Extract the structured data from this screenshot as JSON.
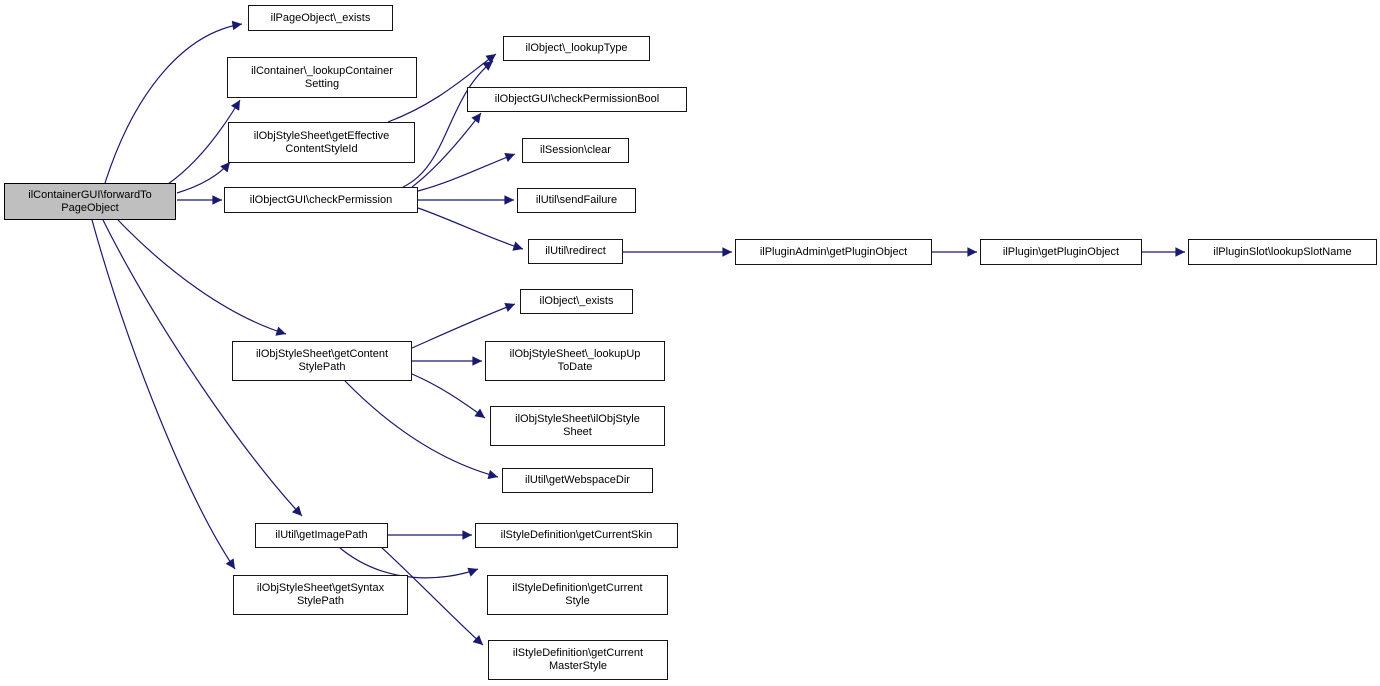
{
  "diagram": {
    "type": "call-graph",
    "title": "ilContainerGUI\\forwardToPageObject call graph",
    "colors": {
      "background": "#ffffff",
      "node_fill": "#ffffff",
      "node_border": "#141414",
      "root_fill": "#bfbfbf",
      "edge": "#191970",
      "text": "#000000"
    },
    "nodes": [
      {
        "id": "ilContainerGUI-forwardToPageObject",
        "label": "ilContainerGUI\\forwardTo\nPageObject",
        "root": true
      },
      {
        "id": "ilPageObject-exists",
        "label": "ilPageObject\\_exists",
        "root": false
      },
      {
        "id": "ilContainer-lookupContainerSetting",
        "label": "ilContainer\\_lookupContainer\nSetting",
        "root": false
      },
      {
        "id": "ilObjStyleSheet-getEffectiveContentStyleId",
        "label": "ilObjStyleSheet\\getEffective\nContentStyleId",
        "root": false
      },
      {
        "id": "ilObjectGUI-checkPermission",
        "label": "ilObjectGUI\\checkPermission",
        "root": false
      },
      {
        "id": "ilObject-lookupType",
        "label": "ilObject\\_lookupType",
        "root": false
      },
      {
        "id": "ilObjectGUI-checkPermissionBool",
        "label": "ilObjectGUI\\checkPermissionBool",
        "root": false
      },
      {
        "id": "ilSession-clear",
        "label": "ilSession\\clear",
        "root": false
      },
      {
        "id": "ilUtil-sendFailure",
        "label": "ilUtil\\sendFailure",
        "root": false
      },
      {
        "id": "ilUtil-redirect",
        "label": "ilUtil\\redirect",
        "root": false
      },
      {
        "id": "ilPluginAdmin-getPluginObject",
        "label": "ilPluginAdmin\\getPluginObject",
        "root": false
      },
      {
        "id": "ilPlugin-getPluginObject",
        "label": "ilPlugin\\getPluginObject",
        "root": false
      },
      {
        "id": "ilPluginSlot-lookupSlotName",
        "label": "ilPluginSlot\\lookupSlotName",
        "root": false
      },
      {
        "id": "ilObjStyleSheet-getContentStylePath",
        "label": "ilObjStyleSheet\\getContent\nStylePath",
        "root": false
      },
      {
        "id": "ilObject-exists",
        "label": "ilObject\\_exists",
        "root": false
      },
      {
        "id": "ilObjStyleSheet-lookupUpToDate",
        "label": "ilObjStyleSheet\\_lookupUp\nToDate",
        "root": false
      },
      {
        "id": "ilObjStyleSheet-ilObjStyleSheet",
        "label": "ilObjStyleSheet\\ilObjStyle\nSheet",
        "root": false
      },
      {
        "id": "ilUtil-getWebspaceDir",
        "label": "ilUtil\\getWebspaceDir",
        "root": false
      },
      {
        "id": "ilUtil-getImagePath",
        "label": "ilUtil\\getImagePath",
        "root": false
      },
      {
        "id": "ilStyleDefinition-getCurrentSkin",
        "label": "ilStyleDefinition\\getCurrentSkin",
        "root": false
      },
      {
        "id": "ilObjStyleSheet-getSyntaxStylePath",
        "label": "ilObjStyleSheet\\getSyntax\nStylePath",
        "root": false
      },
      {
        "id": "ilStyleDefinition-getCurrentStyle",
        "label": "ilStyleDefinition\\getCurrent\nStyle",
        "root": false
      },
      {
        "id": "ilStyleDefinition-getCurrentMasterStyle",
        "label": "ilStyleDefinition\\getCurrent\nMasterStyle",
        "root": false
      }
    ],
    "edges": [
      {
        "from": "ilContainerGUI-forwardToPageObject",
        "to": "ilPageObject-exists"
      },
      {
        "from": "ilContainerGUI-forwardToPageObject",
        "to": "ilContainer-lookupContainerSetting"
      },
      {
        "from": "ilContainerGUI-forwardToPageObject",
        "to": "ilObjStyleSheet-getEffectiveContentStyleId"
      },
      {
        "from": "ilContainerGUI-forwardToPageObject",
        "to": "ilObjectGUI-checkPermission"
      },
      {
        "from": "ilContainerGUI-forwardToPageObject",
        "to": "ilObjStyleSheet-getContentStylePath"
      },
      {
        "from": "ilContainerGUI-forwardToPageObject",
        "to": "ilUtil-getImagePath"
      },
      {
        "from": "ilContainerGUI-forwardToPageObject",
        "to": "ilObjStyleSheet-getSyntaxStylePath"
      },
      {
        "from": "ilObjStyleSheet-getEffectiveContentStyleId",
        "to": "ilObject-lookupType"
      },
      {
        "from": "ilObjectGUI-checkPermission",
        "to": "ilObject-lookupType"
      },
      {
        "from": "ilObjectGUI-checkPermission",
        "to": "ilObjectGUI-checkPermissionBool"
      },
      {
        "from": "ilObjectGUI-checkPermission",
        "to": "ilSession-clear"
      },
      {
        "from": "ilObjectGUI-checkPermission",
        "to": "ilUtil-sendFailure"
      },
      {
        "from": "ilObjectGUI-checkPermission",
        "to": "ilUtil-redirect"
      },
      {
        "from": "ilUtil-redirect",
        "to": "ilPluginAdmin-getPluginObject"
      },
      {
        "from": "ilPluginAdmin-getPluginObject",
        "to": "ilPlugin-getPluginObject"
      },
      {
        "from": "ilPlugin-getPluginObject",
        "to": "ilPluginSlot-lookupSlotName"
      },
      {
        "from": "ilObjStyleSheet-getContentStylePath",
        "to": "ilObject-exists"
      },
      {
        "from": "ilObjStyleSheet-getContentStylePath",
        "to": "ilObjStyleSheet-lookupUpToDate"
      },
      {
        "from": "ilObjStyleSheet-getContentStylePath",
        "to": "ilObjStyleSheet-ilObjStyleSheet"
      },
      {
        "from": "ilObjStyleSheet-getContentStylePath",
        "to": "ilUtil-getWebspaceDir"
      },
      {
        "from": "ilUtil-getImagePath",
        "to": "ilStyleDefinition-getCurrentSkin"
      },
      {
        "from": "ilUtil-getImagePath",
        "to": "ilStyleDefinition-getCurrentStyle"
      },
      {
        "from": "ilUtil-getImagePath",
        "to": "ilStyleDefinition-getCurrentMasterStyle"
      }
    ]
  }
}
